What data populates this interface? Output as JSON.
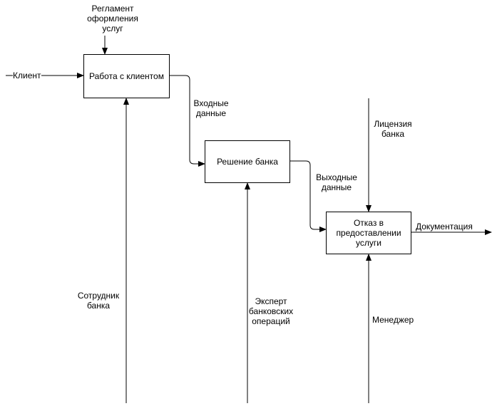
{
  "diagram": {
    "boxes": {
      "client_work": "Работа с клиентом",
      "bank_decision": "Решение банка",
      "refusal": [
        "Отказ в",
        "предоставлении",
        "услуги"
      ]
    },
    "labels": {
      "regulation": [
        "Регламент",
        "оформления",
        "услуг"
      ],
      "client": "Клиент",
      "input_data": [
        "Входные",
        "данные"
      ],
      "license": [
        "Лицензия",
        "банка"
      ],
      "output_data": [
        "Выходные",
        "данные"
      ],
      "documentation": "Документация",
      "bank_employee": [
        "Сотрудник",
        "банка"
      ],
      "expert": [
        "Эксперт",
        "банковских",
        "операций"
      ],
      "manager": "Менеджер"
    },
    "colors": {
      "stroke": "#000000",
      "background": "#ffffff"
    }
  }
}
